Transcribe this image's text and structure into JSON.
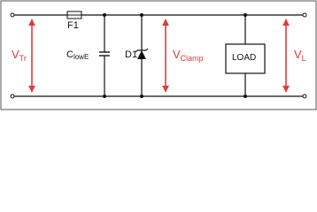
{
  "colors": {
    "wire": "#111111",
    "frame": "#555555",
    "voltage_arrow": "#e23a3a",
    "background": "#ffffff"
  },
  "labels": {
    "v_tr": {
      "base": "V",
      "sub": "Tr"
    },
    "fuse": "F1",
    "capacitor": {
      "base": "C",
      "sub": "lowE"
    },
    "diode": "D1",
    "v_clamp": {
      "base": "V",
      "sub": "Clamp"
    },
    "load": "LOAD",
    "v_l": {
      "base": "V",
      "sub": "L"
    }
  },
  "components": [
    {
      "id": "fuse",
      "type": "fuse-icon"
    },
    {
      "id": "capacitor",
      "type": "capacitor-icon"
    },
    {
      "id": "diode",
      "type": "tvs-diode-icon"
    },
    {
      "id": "load",
      "type": "load-box"
    }
  ]
}
